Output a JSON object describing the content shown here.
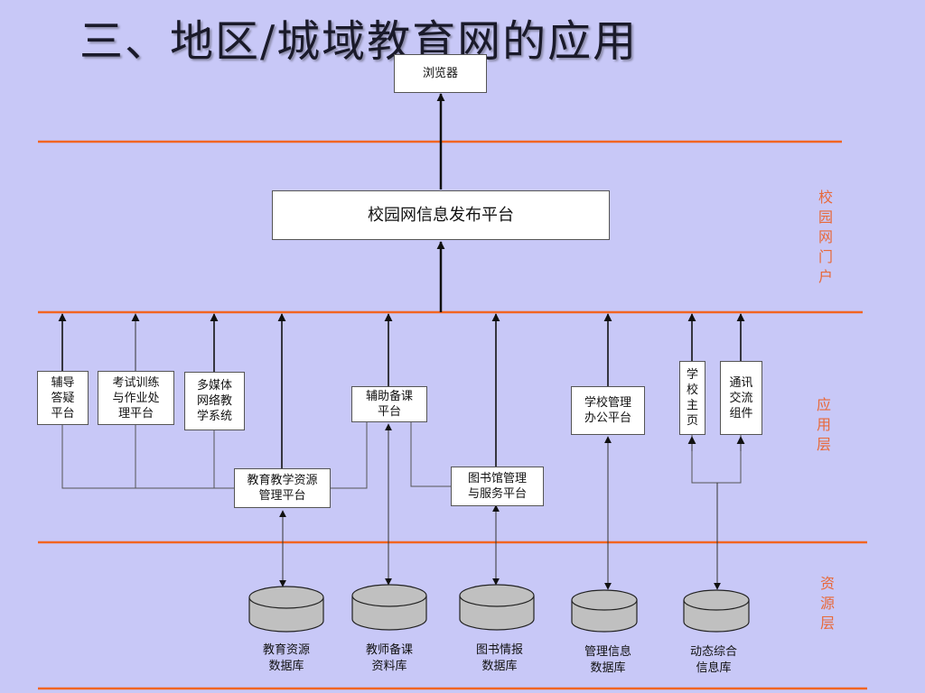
{
  "title": "三、地区/城域教育网的应用",
  "layers": {
    "portal": "校\n园\n网\n门\n户",
    "application": "应\n用\n层",
    "resource": "资\n源\n层"
  },
  "boxes": {
    "browser": "浏览器",
    "info_platform": "校园网信息发布平台",
    "qa": "辅导\n答疑\n平台",
    "exam": "考试训练\n与作业处\n理平台",
    "multimedia": "多媒体\n网络教\n学系统",
    "prep": "辅助备课\n平台",
    "school_mgmt": "学校管理\n办公平台",
    "homepage": "学\n校\n主\n页",
    "comm": "通讯\n交流\n组件",
    "edu_resource": "教育教学资源\n管理平台",
    "library": "图书馆管理\n与服务平台"
  },
  "databases": [
    "教育资源\n数据库",
    "教师备课\n资料库",
    "图书情报\n数据库",
    "管理信息\n数据库",
    "动态综合\n信息库"
  ],
  "colors": {
    "background": "#c8c8f7",
    "layer_line": "#f26522",
    "layer_text": "#e8693a",
    "db_fill": "#c0c0c0"
  }
}
